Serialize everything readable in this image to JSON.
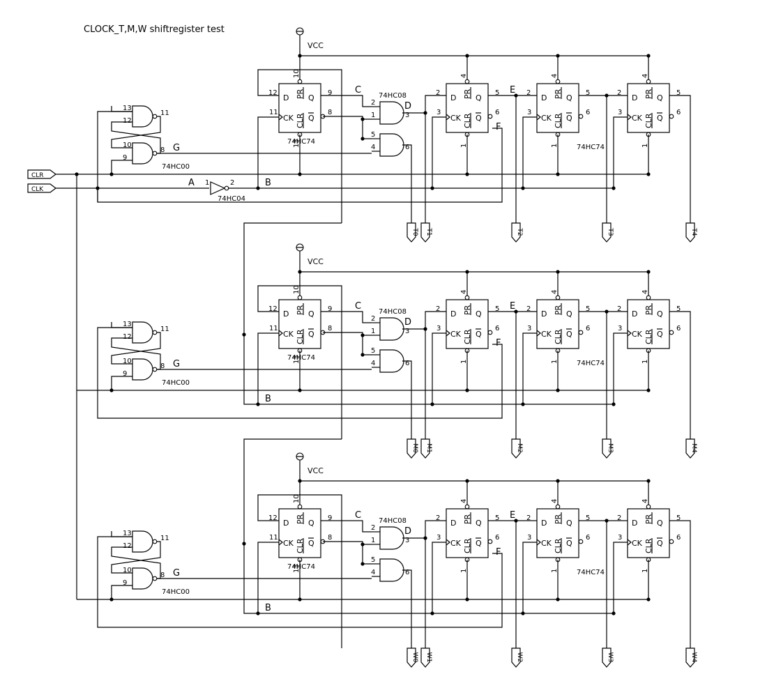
{
  "title": "CLOCK_T,M,W shiftregister test",
  "inputs": {
    "clr": "CLR",
    "clk": "CLK"
  },
  "power_label": "VCC",
  "parts": {
    "ff": "74HC74",
    "and": "74HC08",
    "nand": "74HC00",
    "inv": "74HC04"
  },
  "ff_pins": {
    "d": "D",
    "ck": "CK",
    "pr": "PR",
    "clr": "CLR",
    "q": "Q",
    "qbar": "Q"
  },
  "net_labels": {
    "a": "A",
    "b": "B",
    "c": "C",
    "d": "D",
    "e": "E",
    "f": "F",
    "g": "G"
  },
  "stages": [
    {
      "outputs": [
        "T0",
        "T1",
        "T2",
        "T3",
        "T4"
      ]
    },
    {
      "outputs": [
        "M0",
        "M1",
        "M2",
        "M3",
        "M4"
      ]
    },
    {
      "outputs": [
        "W0",
        "W1",
        "W2",
        "W3",
        "W4"
      ]
    }
  ]
}
